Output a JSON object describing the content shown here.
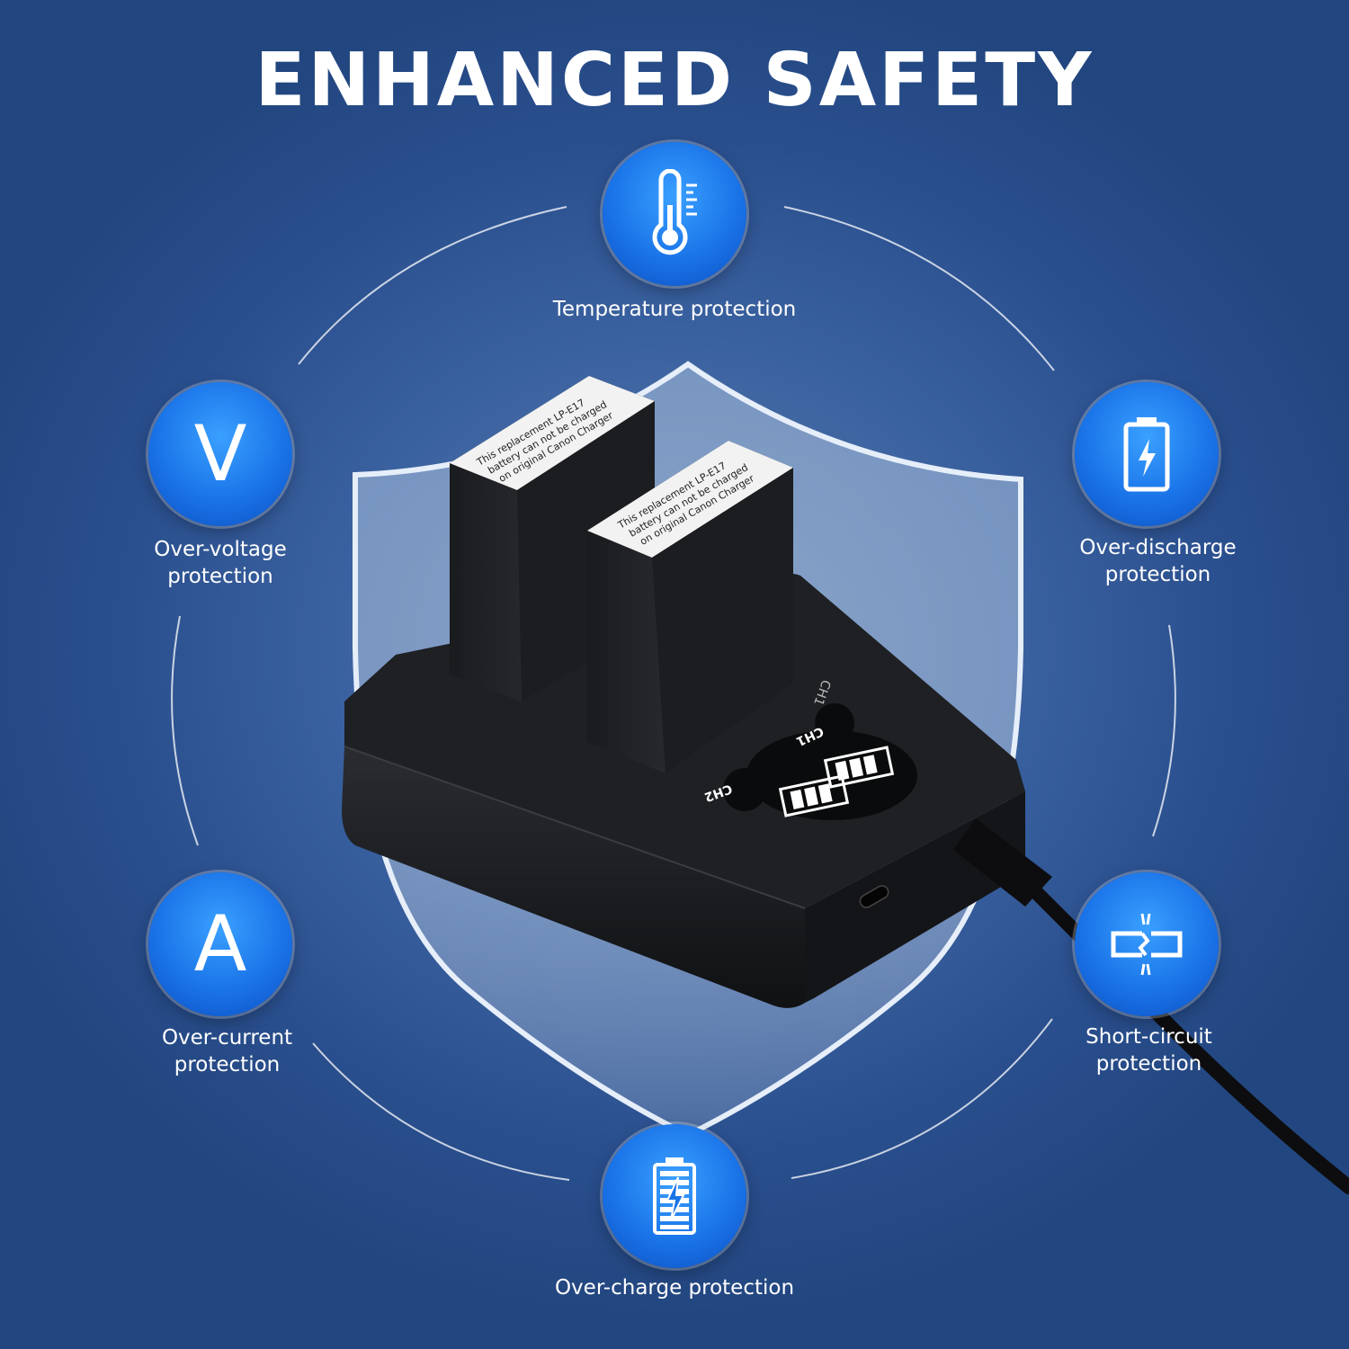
{
  "title": "ENHANCED SAFETY",
  "features": {
    "temperature": {
      "label": "Temperature protection",
      "icon": "thermometer-icon"
    },
    "over_voltage": {
      "letter": "V",
      "label_line1": "Over-voltage",
      "label_line2": "protection",
      "icon": "v-letter-icon"
    },
    "over_discharge": {
      "label_line1": "Over-discharge",
      "label_line2": "protection",
      "icon": "battery-bolt-icon"
    },
    "over_current": {
      "letter": "A",
      "label_line1": "Over-current",
      "label_line2": "protection",
      "icon": "a-letter-icon"
    },
    "short_circuit": {
      "label_line1": "Short-circuit",
      "label_line2": "protection",
      "icon": "broken-circuit-icon"
    },
    "over_charge": {
      "label": "Over-charge protection",
      "icon": "charging-battery-icon"
    }
  },
  "product": {
    "battery_label_line1": "This replacement LP-E17",
    "battery_label_line2": "battery can not be charged",
    "battery_label_line3": "on original Canon Charger",
    "channel1": "CH1",
    "channel2": "CH2"
  },
  "colors": {
    "background": "#2a4f8e",
    "icon_circle": "#1a74e8",
    "text": "#ffffff"
  }
}
